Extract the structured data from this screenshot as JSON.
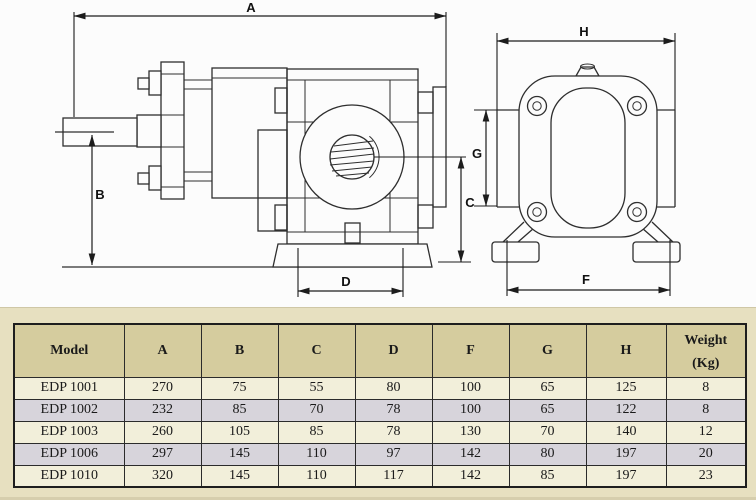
{
  "drawing": {
    "dim_labels": {
      "A": "A",
      "B": "B",
      "C": "C",
      "D": "D",
      "F": "F",
      "G": "G",
      "H": "H"
    }
  },
  "table": {
    "headers": [
      "Model",
      "A",
      "B",
      "C",
      "D",
      "F",
      "G",
      "H"
    ],
    "weight_header": {
      "line1": "Weight",
      "line2": "(Kg)"
    },
    "rows": [
      [
        "EDP 1001",
        "270",
        "75",
        "55",
        "80",
        "100",
        "65",
        "125",
        "8"
      ],
      [
        "EDP 1002",
        "232",
        "85",
        "70",
        "78",
        "100",
        "65",
        "122",
        "8"
      ],
      [
        "EDP 1003",
        "260",
        "105",
        "85",
        "78",
        "130",
        "70",
        "140",
        "12"
      ],
      [
        "EDP 1006",
        "297",
        "145",
        "110",
        "97",
        "142",
        "80",
        "197",
        "20"
      ],
      [
        "EDP 1010",
        "320",
        "145",
        "110",
        "117",
        "142",
        "85",
        "197",
        "23"
      ]
    ]
  },
  "colors": {
    "table_area_bg": "#e7e0c0",
    "header_cell_bg": "#d5cc9e",
    "row_odd_bg": "#f2efda",
    "row_even_bg": "#d7d4db",
    "grid_line": "#2b2b2b",
    "drawing_bg": "#fcfcfc",
    "line_color": "#2e2e2e"
  }
}
